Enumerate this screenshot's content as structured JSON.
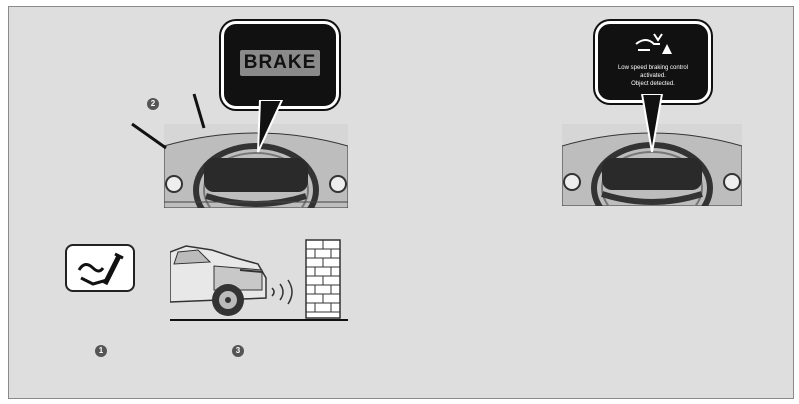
{
  "left_display": {
    "brake_label": "BRAKE"
  },
  "right_display": {
    "message_line1": "Low speed braking control",
    "message_line2": "activated.",
    "message_line3": "Object detected."
  },
  "callouts": {
    "one": "1",
    "two": "2",
    "three": "3"
  },
  "icons": [
    "brake-pedal-icon",
    "warning-icon",
    "car-icon",
    "brick-wall-icon",
    "sonar-waves-icon",
    "steering-wheel-icon"
  ]
}
